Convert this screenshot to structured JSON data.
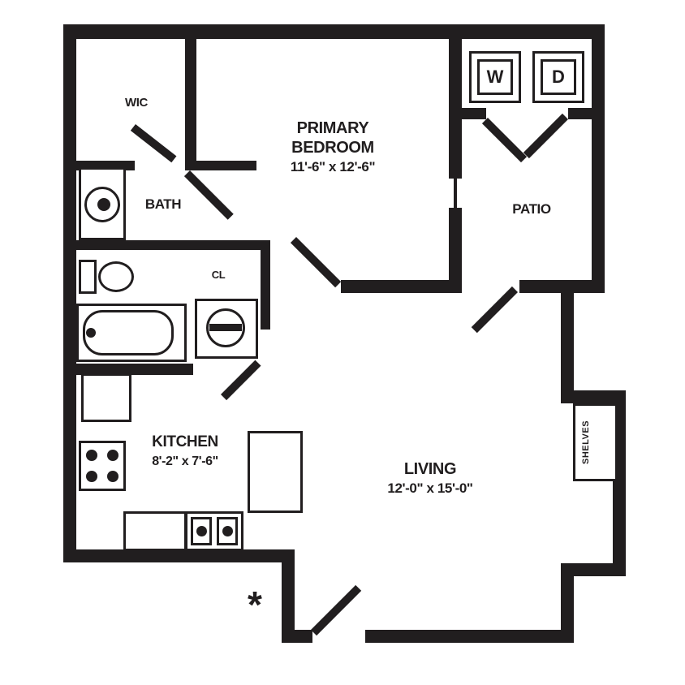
{
  "plan": {
    "rooms": {
      "primary_bedroom": {
        "line1": "PRIMARY",
        "line2": "BEDROOM",
        "dims": "11'-6\" x 12'-6\""
      },
      "living": {
        "name": "LIVING",
        "dims": "12'-0\" x 15'-0\""
      },
      "kitchen": {
        "name": "KITCHEN",
        "dims": "8'-2\" x 7'-6\""
      },
      "bath": {
        "name": "BATH"
      },
      "wic": {
        "name": "WIC"
      },
      "patio": {
        "name": "PATIO"
      },
      "closet": {
        "name": "CL"
      },
      "shelves": {
        "name": "SHELVES"
      }
    },
    "appliances": {
      "washer": "W",
      "dryer": "D"
    },
    "entry_marker": "*",
    "colors": {
      "ink": "#211e1f",
      "background": "#ffffff"
    }
  }
}
